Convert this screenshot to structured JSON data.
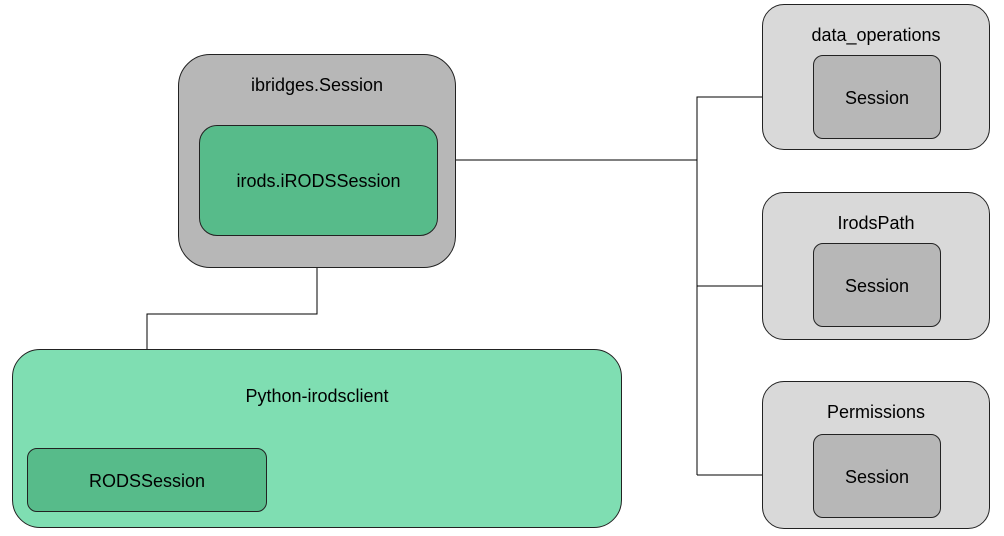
{
  "diagram": {
    "ibridges_session": {
      "title": "ibridges.Session",
      "inner": "irods.iRODSSession",
      "outer_fill": "#b7b7b7",
      "inner_fill": "#57bb8a"
    },
    "python_irodsclient": {
      "title": "Python-irodsclient",
      "inner": "RODSSession",
      "outer_fill": "#7fdeb2",
      "inner_fill": "#57bb8a"
    },
    "modules": [
      {
        "title": "data_operations",
        "inner": "Session"
      },
      {
        "title": "IrodsPath",
        "inner": "Session"
      },
      {
        "title": "Permissions",
        "inner": "Session"
      }
    ],
    "module_outer_fill": "#d9d9d9",
    "module_inner_fill": "#b7b7b7"
  }
}
